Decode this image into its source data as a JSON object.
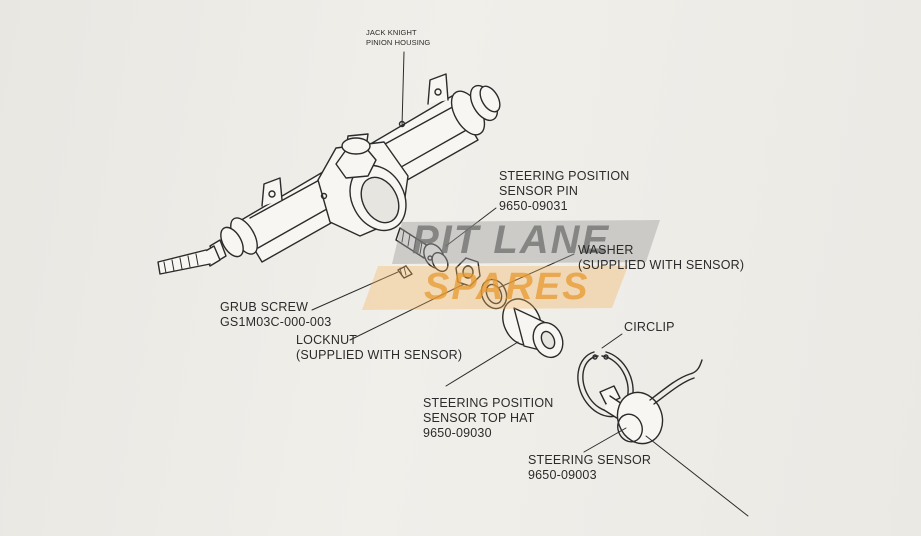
{
  "labels": {
    "housing": {
      "line1": "JACK KNIGHT",
      "line2": "PINION HOUSING"
    },
    "sensor_pin": {
      "line1": "STEERING POSITION",
      "line2": "SENSOR PIN",
      "part_no": "9650-09031"
    },
    "washer": {
      "line1": "WASHER",
      "line2": "(SUPPLIED WITH SENSOR)"
    },
    "grub_screw": {
      "line1": "GRUB SCREW",
      "part_no": "GS1M03C-000-003"
    },
    "locknut": {
      "line1": "LOCKNUT",
      "line2": "(SUPPLIED WITH SENSOR)"
    },
    "circlip": {
      "line1": "CIRCLIP"
    },
    "top_hat": {
      "line1": "STEERING POSITION",
      "line2": "SENSOR TOP HAT",
      "part_no": "9650-09030"
    },
    "sensor": {
      "line1": "STEERING SENSOR",
      "part_no": "9650-09003"
    }
  },
  "watermark": {
    "line1": "PIT LANE",
    "line2": "SPARES"
  },
  "colors": {
    "ink": "#2b2b2b",
    "paper": "#eeece7",
    "watermark_grey": "#8a8a8a",
    "watermark_orange": "#f0a040"
  }
}
